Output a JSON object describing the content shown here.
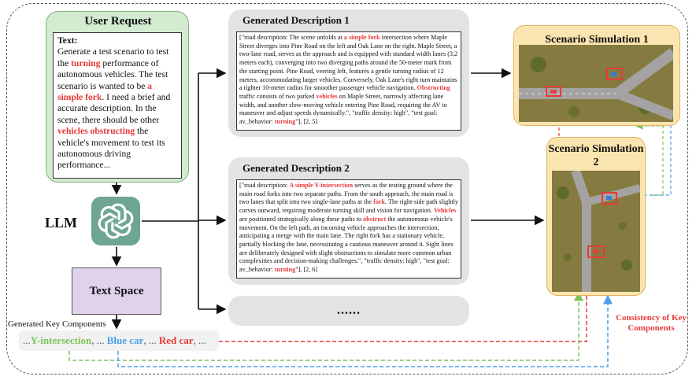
{
  "user_request": {
    "title": "User Request",
    "text_label": "Text:",
    "body": [
      {
        "t": "Generate a test scenario to test the "
      },
      {
        "t": "turning",
        "hl": true
      },
      {
        "t": " performance of autonomous vehicles. The test scenario is wanted to be "
      },
      {
        "t": "a simple fork",
        "hl": true
      },
      {
        "t": ". I need a brief and accurate description. In the scene, there should be other "
      },
      {
        "t": "vehicles obstructing",
        "hl": true
      },
      {
        "t": " the vehicle's movement to test its autonomous driving performance..."
      }
    ]
  },
  "llm": {
    "label": "LLM",
    "icon": "openai-logo-icon"
  },
  "text_space": {
    "label": "Text Space"
  },
  "key_components": {
    "label": "Generated Key Components",
    "parts": [
      {
        "t": "...",
        "c": "plain"
      },
      {
        "t": "Y-intersection",
        "c": "green"
      },
      {
        "t": ", ... ",
        "c": "plain"
      },
      {
        "t": "Blue car",
        "c": "blue"
      },
      {
        "t": ", ... ",
        "c": "plain"
      },
      {
        "t": "Red car",
        "c": "red"
      },
      {
        "t": ", ...",
        "c": "plain"
      }
    ]
  },
  "descriptions": [
    {
      "title": "Generated Description 1",
      "body": [
        {
          "t": "[\"road description: The scene unfolds at "
        },
        {
          "t": "a simple fork",
          "hl": true
        },
        {
          "t": " intersection where Maple Street diverges into Pine Road on the left and Oak Lane on the right. Maple Street, a two-lane road, serves as the approach and is equipped with standard width lanes (3.2 meters each), converging into two diverging paths around the 50-meter mark from the starting point. Pine Road, veering left, features a gentle turning radius of 12 meters, accommodating larger vehicles. Conversely, Oak Lane's right turn maintains a tighter 10-meter radius for smoother passenger vehicle navigation. "
        },
        {
          "t": "Obstructing",
          "hl": true
        },
        {
          "t": " traffic consists of two parked "
        },
        {
          "t": "vehicles",
          "hl": true
        },
        {
          "t": " on Maple Street, narrowly affecting lane width, and another slow-moving vehicle entering Pine Road, requiring the AV to maneuver and adjust speeds dynamically.\", \"traffic density: high\", \"test goal: av_behavior: "
        },
        {
          "t": "turning",
          "hl": true
        },
        {
          "t": "\"], [2, 5]"
        }
      ]
    },
    {
      "title": "Generated Description 2",
      "body": [
        {
          "t": "[\"road description: "
        },
        {
          "t": "A simple Y-intersection",
          "hl": true
        },
        {
          "t": " serves as the testing ground where the main road forks into two separate paths. From the south approach, the main road is two lanes that split into two single-lane paths at the "
        },
        {
          "t": "fork",
          "hl": true
        },
        {
          "t": ". The right-side path slightly curves outward, requiring moderate turning skill and vision for navigation. "
        },
        {
          "t": "Vehicles",
          "hl": true
        },
        {
          "t": " are positioned strategically along these paths to "
        },
        {
          "t": "obstruct",
          "hl": true
        },
        {
          "t": " the autonomous vehicle's movement. On the left path, an incoming vehicle approaches the intersection, anticipating a merge with the main lane. The right fork has a stationary vehicle, partially blocking the lane, necessitating a cautious maneuver around it. Sight lines are deliberately designed with slight obstructions to simulate more common urban complexities and decision-making challenges.\", \"traffic density: high\", \"test goal: av_behavior: "
        },
        {
          "t": "turning",
          "hl": true
        },
        {
          "t": "\"], [2, 6]"
        }
      ]
    },
    {
      "title": "......"
    }
  ],
  "simulations": [
    {
      "title": "Scenario Simulation 1"
    },
    {
      "title": "Scenario Simulation 2"
    }
  ],
  "consistency_label": "Consistency of Key Components",
  "colors": {
    "user_request_bg": "#d3ecd1",
    "text_space_bg": "#e0d2ea",
    "simulation_bg": "#fae5b0",
    "highlight_red": "#e83a3a",
    "key_green": "#7dc35b",
    "key_blue": "#4a9ee8",
    "llm_logo": "#6ea594"
  }
}
